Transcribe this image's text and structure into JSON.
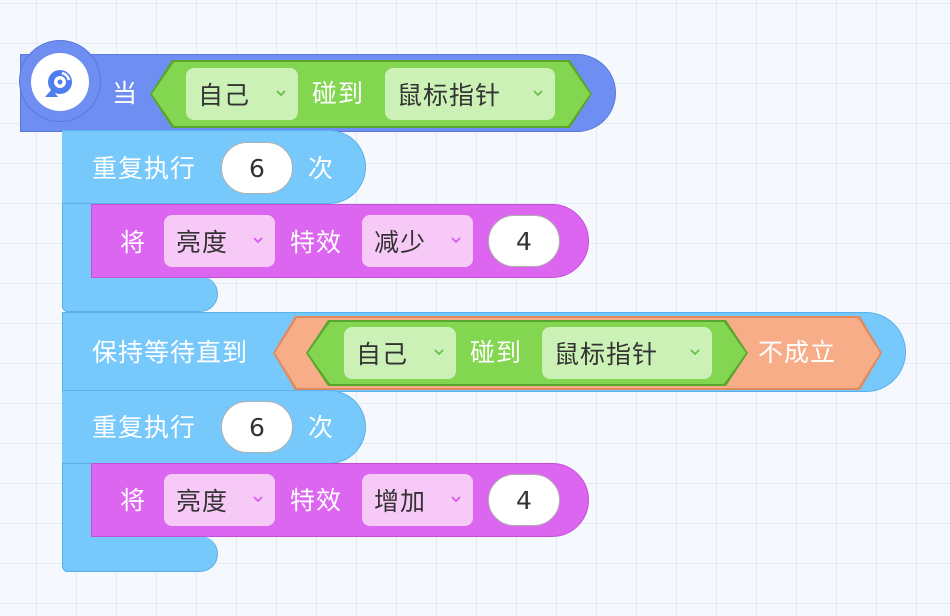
{
  "colors": {
    "event": "#6f8ef2",
    "control": "#78c9fb",
    "looks": "#dc66f0",
    "sensing": "#82d650",
    "operator": "#f6ad88"
  },
  "hat": {
    "icon": "radar-dish-icon",
    "label": "当",
    "condition": {
      "subject": "自己",
      "verb": "碰到",
      "target": "鼠标指针"
    }
  },
  "repeat1": {
    "label": "重复执行",
    "count": "6",
    "suffix": "次",
    "effect": {
      "prefix": "将",
      "effect_name": "亮度",
      "middle": "特效",
      "action": "减少",
      "value": "4"
    }
  },
  "wait_until": {
    "label": "保持等待直到",
    "condition": {
      "subject": "自己",
      "verb": "碰到",
      "target": "鼠标指针",
      "negation": "不成立"
    }
  },
  "repeat2": {
    "label": "重复执行",
    "count": "6",
    "suffix": "次",
    "effect": {
      "prefix": "将",
      "effect_name": "亮度",
      "middle": "特效",
      "action": "增加",
      "value": "4"
    }
  }
}
